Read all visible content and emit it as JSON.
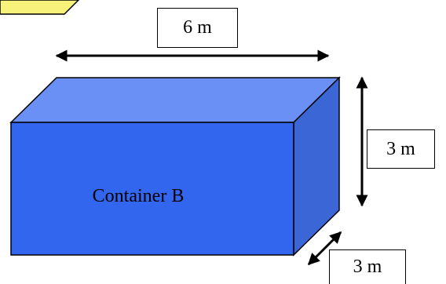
{
  "container": {
    "name": "Container B",
    "front_color": "#3366EE",
    "top_color": "#6A8FF5",
    "side_color": "#3A66D6"
  },
  "dimensions": {
    "width": "6 m",
    "height": "3 m",
    "depth": "3 m"
  },
  "note_color": "#F7F27A"
}
